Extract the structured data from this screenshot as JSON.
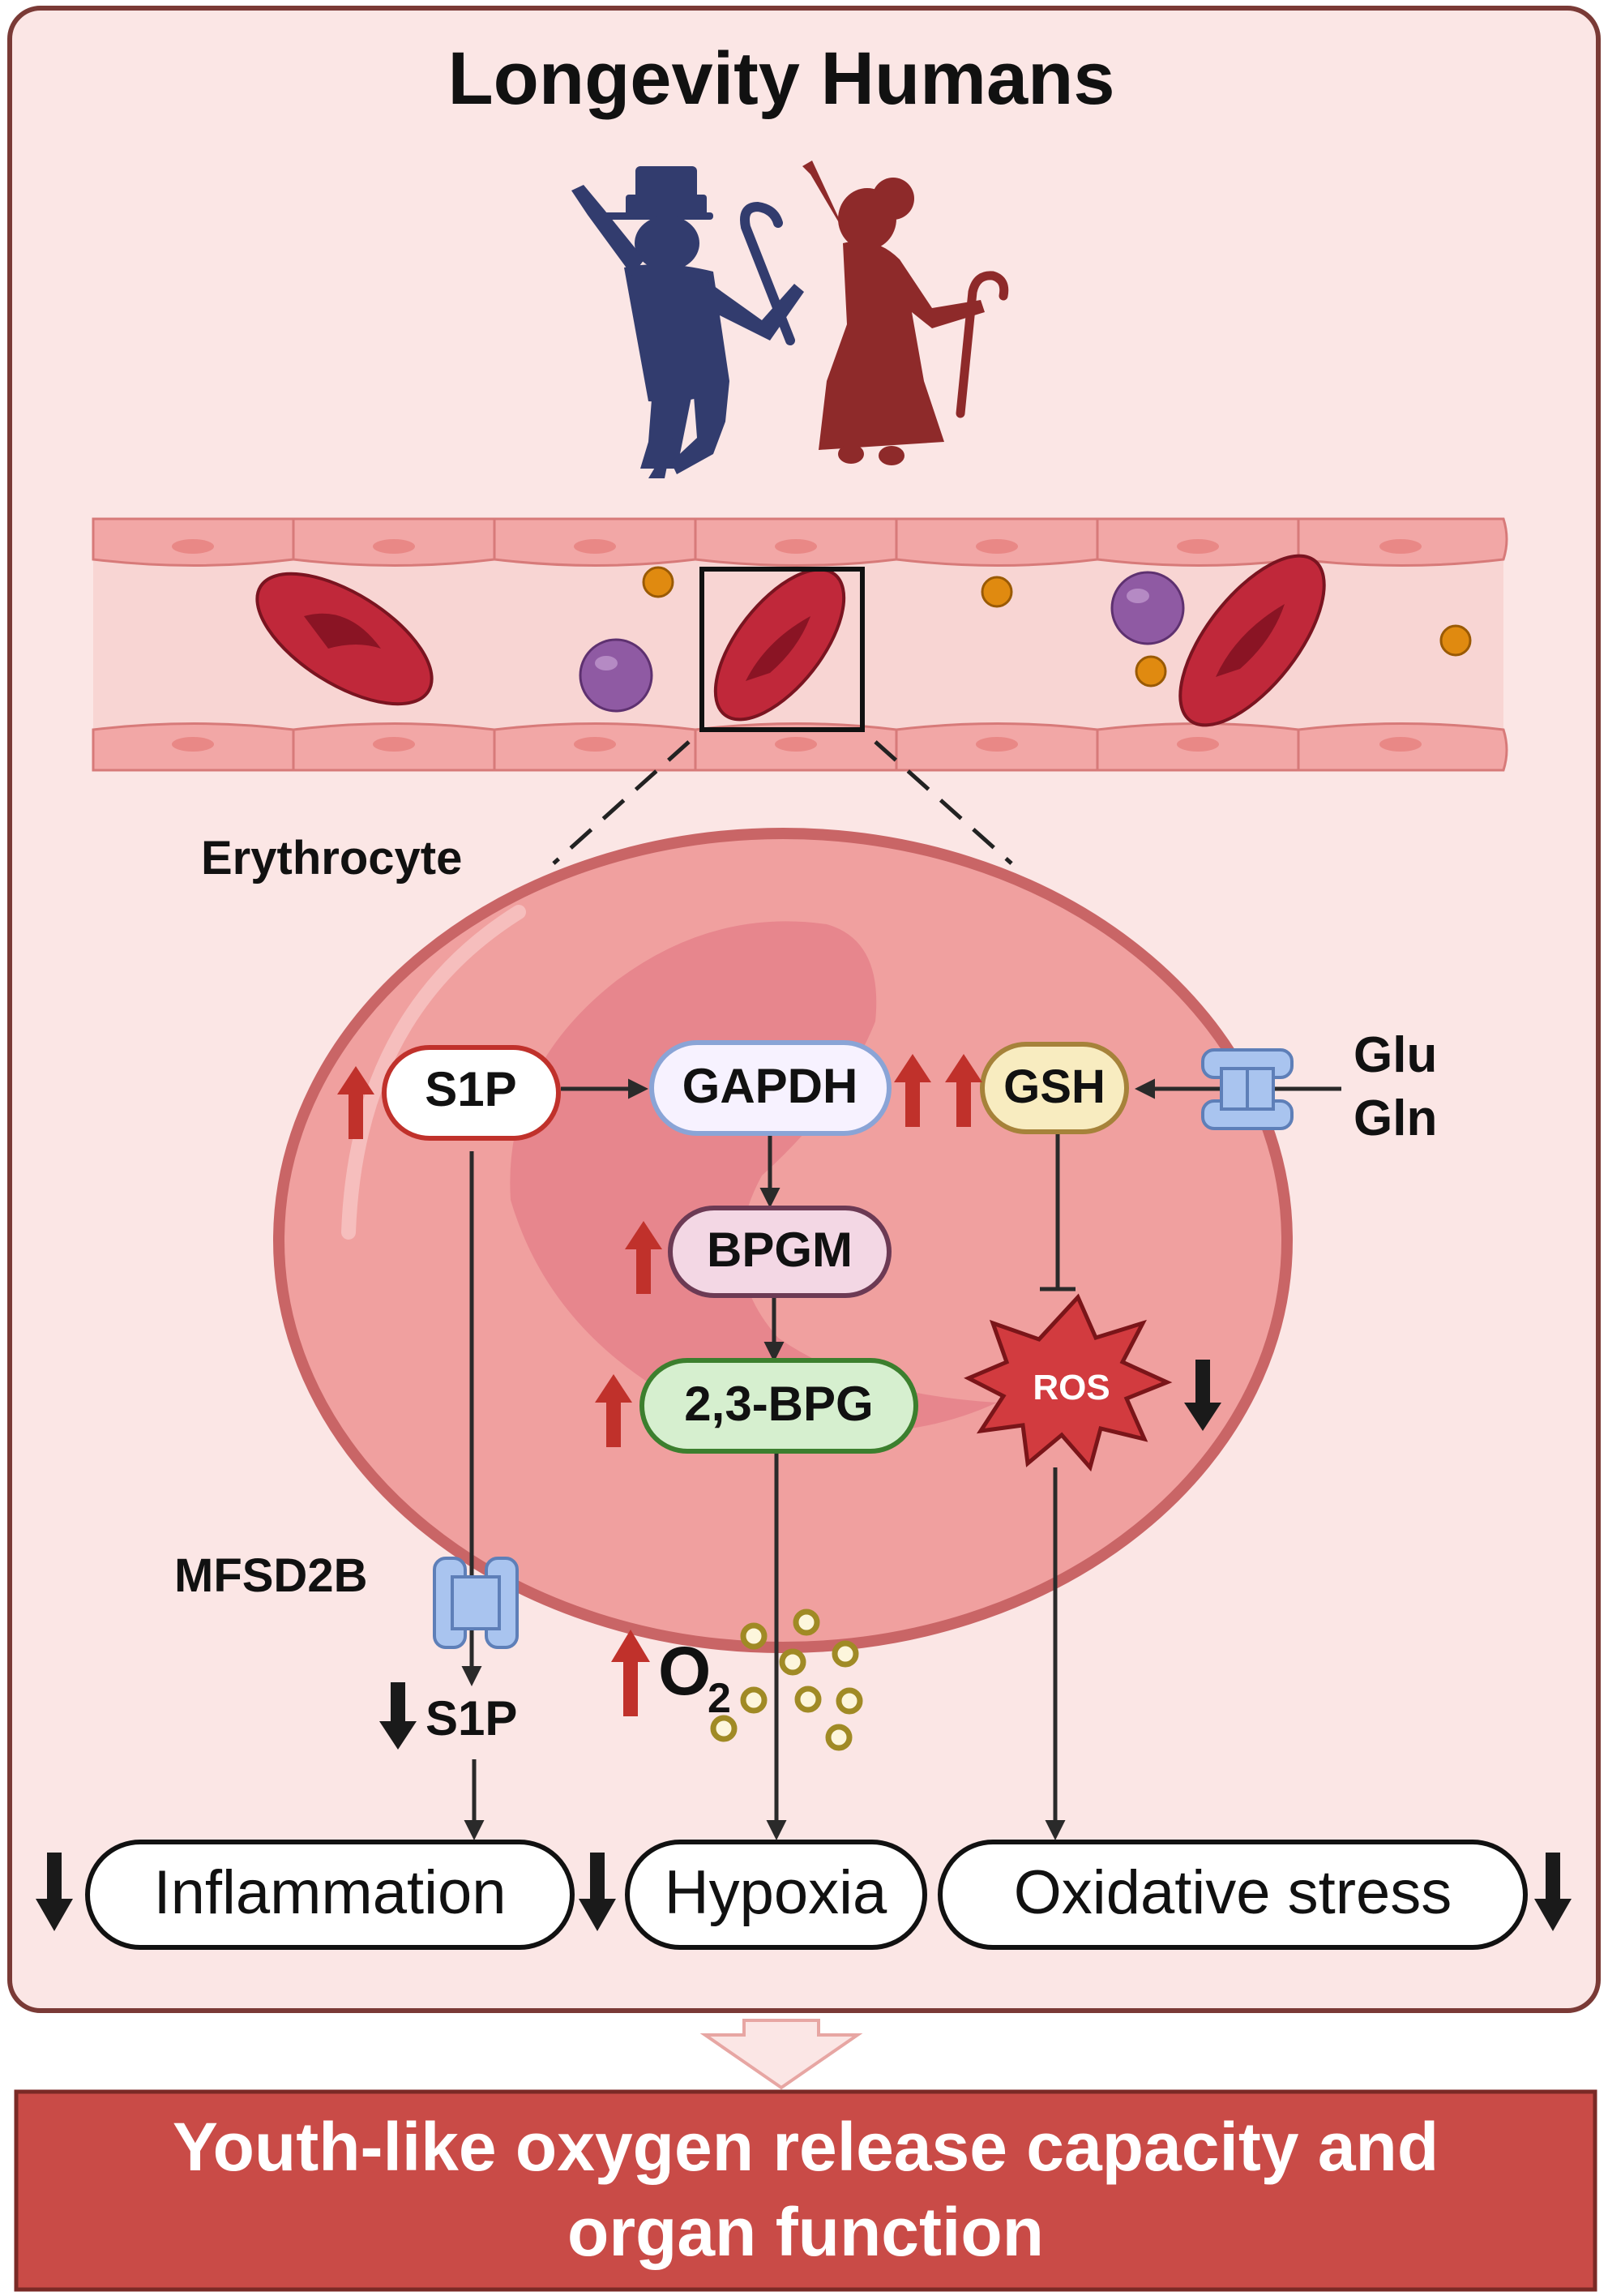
{
  "title": "Longevity Humans",
  "labels": {
    "erythrocyte": "Erythrocyte",
    "mfsd2b": "MFSD2B",
    "glu": "Glu",
    "gln": "Gln",
    "s1p_out": "S1P",
    "o2_main": "O",
    "o2_sub": "2"
  },
  "nodes": {
    "s1p": "S1P",
    "gapdh": "GAPDH",
    "gsh": "GSH",
    "bpgm": "BPGM",
    "bpg": "2,3-BPG",
    "ros": "ROS"
  },
  "outcomes": {
    "inflammation": "Inflammation",
    "hypoxia": "Hypoxia",
    "oxidative": "Oxidative stress"
  },
  "conclusion": {
    "line1": "Youth-like oxygen release capacity and",
    "line2": "organ function"
  },
  "colors": {
    "panel_bg": "#fbe6e5",
    "panel_border": "#7a3a36",
    "up_arrow": "#c0312b",
    "down_arrow": "#1a1a1a",
    "banner": "#c94b47",
    "man": "#323c6e",
    "woman": "#8e2a2a"
  },
  "icons": [
    "man-with-cane-icon",
    "woman-with-cane-icon",
    "transporter-icon",
    "ros-burst-icon",
    "oxygen-molecule-icon"
  ]
}
